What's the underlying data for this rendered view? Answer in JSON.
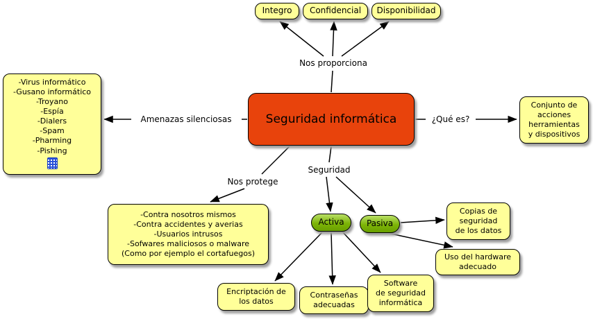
{
  "colors": {
    "concept_fill": "#FFFF99",
    "center_fill": "#E8430C",
    "state_fill": "#7DB407",
    "line": "#000000"
  },
  "center": {
    "label": "Seguridad informática"
  },
  "linking": {
    "proporciona": "Nos proporciona",
    "amenazas": "Amenazas silenciosas",
    "que_es": "¿Qué es?",
    "seguridad": "Seguridad",
    "protege": "Nos protege"
  },
  "concepts": {
    "integro": "Integro",
    "confidencial": "Confidencial",
    "disponibilidad": "Disponibilidad",
    "amenazas_list": "-Virus informático\n-Gusano informático\n-Troyano\n-Espía\n-Dialers\n-Spam\n-Pharming\n-Pishing",
    "definicion": "Conjunto de\nacciones\nherramientas\ny dispositivos",
    "protege_list": "-Contra nosotros mismos\n-Contra accidentes y averias\n-Usuarios intrusos\n-Sofwares maliciosos o malware\n(Como por ejemplo el cortafuegos)",
    "activa": "Activa",
    "pasiva": "Pasiva",
    "encriptacion": "Encriptación de\nlos datos",
    "contrasenas": "Contraseñas\nadecuadas",
    "software_seguridad": "Software\nde seguridad\ninformática",
    "copias": "Copias de\nseguridad\nde los datos",
    "hardware": "Uso del hardware\nadecuado"
  }
}
